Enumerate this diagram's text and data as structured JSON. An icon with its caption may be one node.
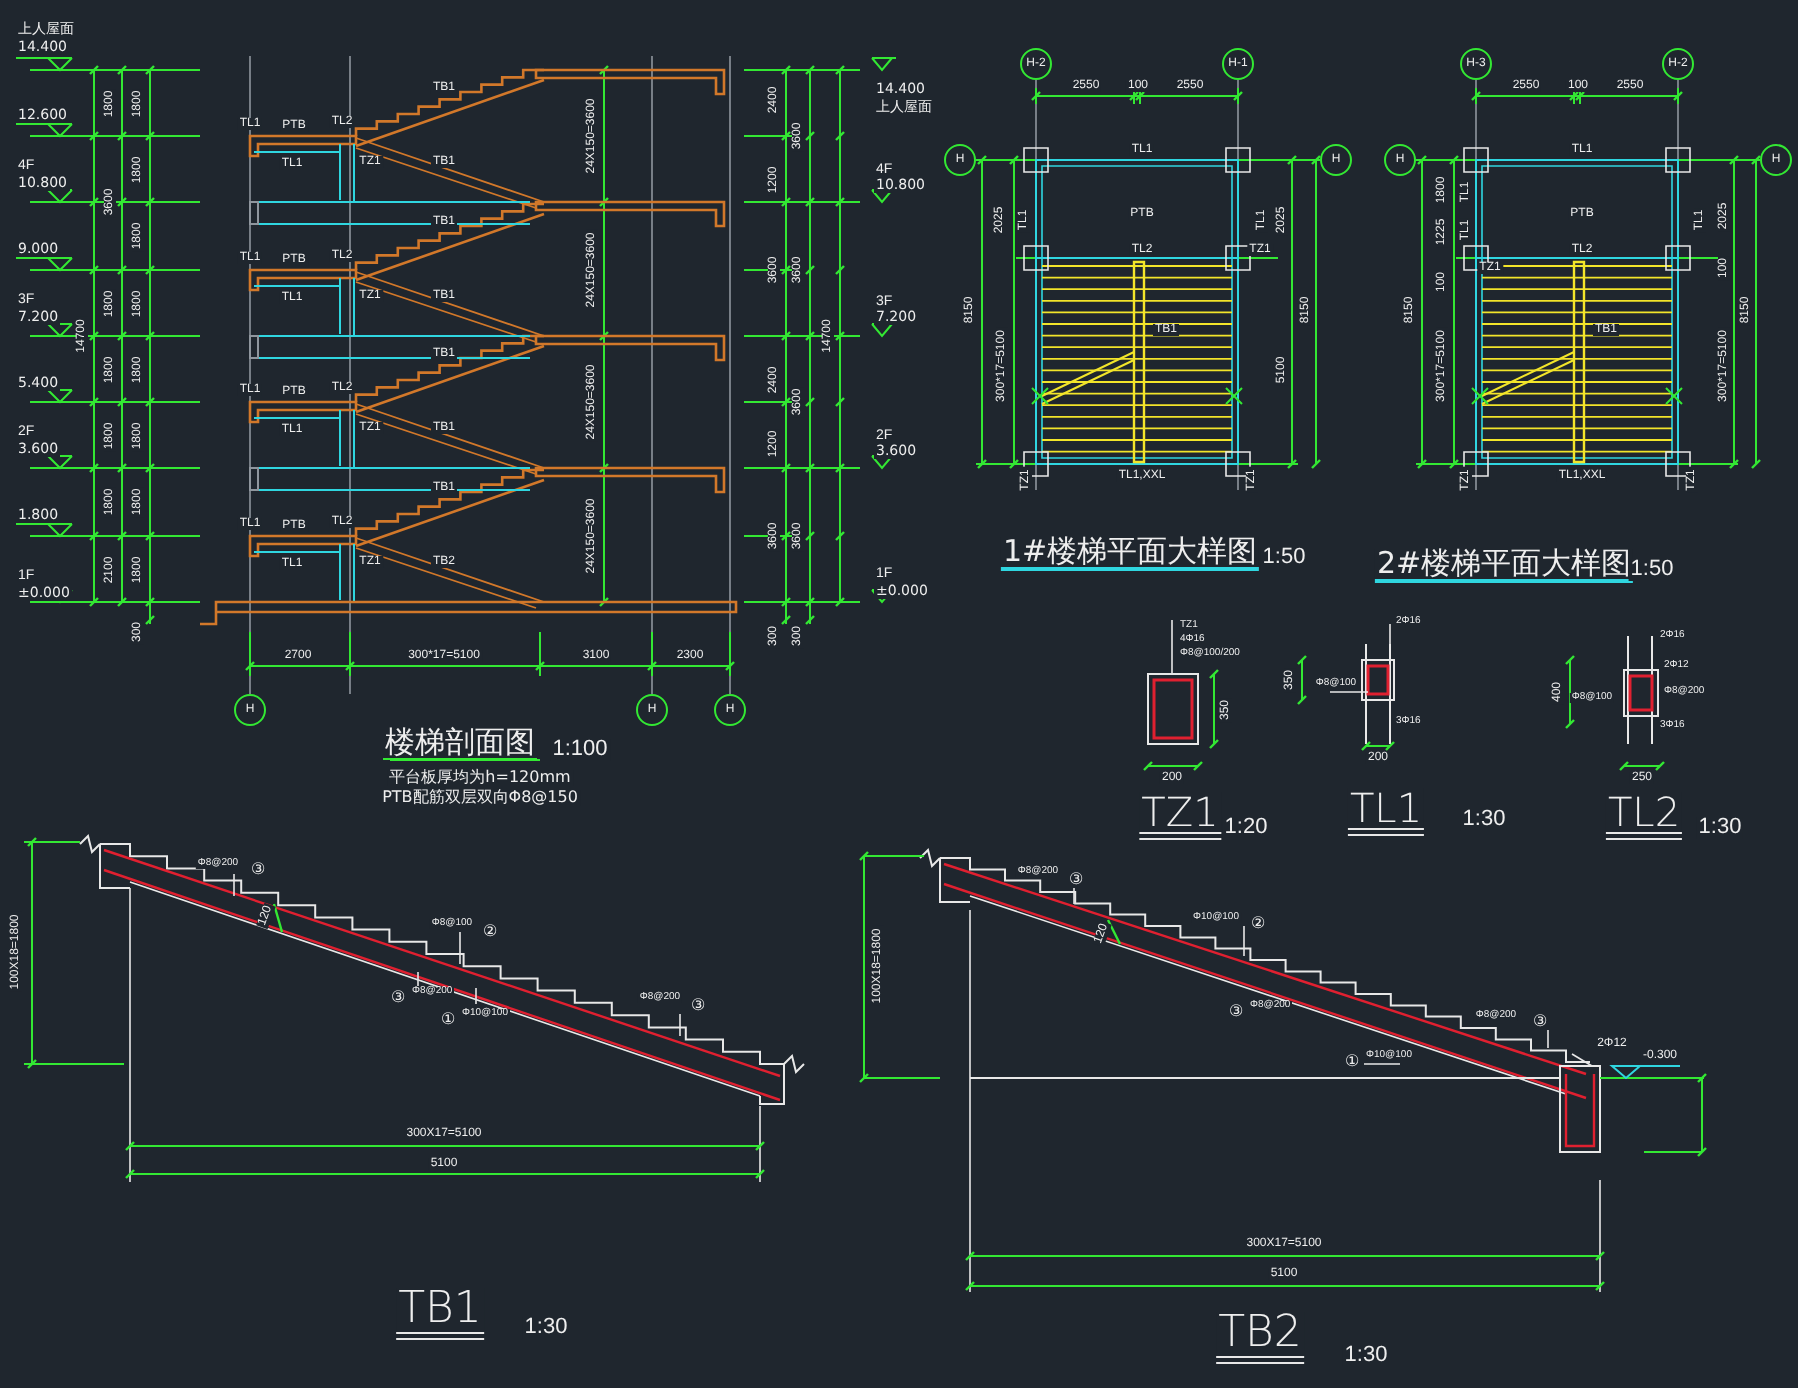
{
  "diagram": {
    "nodes": [
      {
        "text": [
          "H"
        ]
      },
      {
        "text": [
          "H"
        ]
      },
      {
        "text": [
          "H"
        ]
      },
      {
        "text": [
          "H-2"
        ]
      },
      {
        "text": [
          "H-1"
        ]
      },
      {
        "text": [
          "H"
        ]
      },
      {
        "text": [
          "H"
        ]
      },
      {
        "text": [
          "H-3"
        ]
      },
      {
        "text": [
          "H-2"
        ]
      },
      {
        "text": [
          "H"
        ]
      },
      {
        "text": [
          "H"
        ]
      }
    ],
    "labels": [
      "上人屋面",
      "14.400",
      "12.600",
      "4F",
      "10.800",
      "9.000",
      "3F",
      "7.200",
      "5.400",
      "2F",
      "3.600",
      "1.800",
      "1F",
      "±0.000",
      "1800",
      "3600",
      "1800",
      "1800",
      "1800",
      "1800",
      "2100",
      "14700",
      "1800",
      "1800",
      "1800",
      "1800",
      "1800",
      "1800",
      "1800",
      "1800",
      "300",
      "TL1",
      "PTB",
      "TL2",
      "TL1",
      "TZ1",
      "TB1",
      "TB1",
      "TL1",
      "PTB",
      "TL2",
      "TL1",
      "TZ1",
      "TB1",
      "TB1",
      "TL1",
      "PTB",
      "TL2",
      "TL1",
      "TZ1",
      "TB1",
      "TB1",
      "TL1",
      "PTB",
      "TL2",
      "TL1",
      "TZ1",
      "TB1",
      "TB2",
      "24X150=3600",
      "24X150=3600",
      "24X150=3600",
      "24X150=3600",
      "2400",
      "1200",
      "3600",
      "2400",
      "1200",
      "3600",
      "3600",
      "3600",
      "3600",
      "3600",
      "14700",
      "300",
      "300",
      "14.400",
      "上人屋面",
      "4F",
      "10.800",
      "3F",
      "7.200",
      "2F",
      "3.600",
      "1F",
      "±0.000",
      "2700",
      "300*17=5100",
      "3100",
      "2300",
      "楼梯剖面图",
      "1:100",
      "平台板厚均为h=120mm",
      "PTB配筋双层双向Φ8@150",
      "2550",
      "100",
      "2550",
      "TL1",
      "PTB",
      "TL1",
      "2025",
      "TL1",
      "2025",
      "TL2",
      "TZ1",
      "8150",
      "300*17=5100",
      "TB1",
      "8150",
      "5100",
      "TZ1",
      "TL1,XXL",
      "TZ1",
      "1#楼梯平面大样图",
      "1:50",
      "2550",
      "100",
      "2550",
      "TL1",
      "PTB",
      "1800",
      "TL1",
      "1225",
      "TL1",
      "TZ1",
      "100",
      "TL1",
      "2025",
      "TL2",
      "100",
      "8150",
      "300*17=5100",
      "TB1",
      "8150",
      "300*17=5100",
      "TZ1",
      "TL1,XXL",
      "TZ1",
      "2#楼梯平面大样图",
      "1:50",
      "TZ1",
      "4Φ16",
      "Φ8@100/200",
      "200",
      "350",
      "TZ1",
      "1:20",
      "2Φ16",
      "Φ8@100",
      "3Φ16",
      "350",
      "200",
      "TL1",
      "1:30",
      "2Φ16",
      "2Φ12",
      "Φ8@100",
      "Φ8@200",
      "3Φ16",
      "400",
      "250",
      "TL2",
      "1:30",
      "100X18=1800",
      "Φ8@200",
      "③",
      "120",
      "Φ8@100",
      "②",
      "③",
      "Φ8@200",
      "①",
      "Φ10@100",
      "Φ8@200",
      "③",
      "300X17=5100",
      "5100",
      "TB1",
      "1:30",
      "100X18=1800",
      "Φ8@200",
      "③",
      "120",
      "Φ10@100",
      "②",
      "③",
      "Φ8@200",
      "①",
      "Φ10@100",
      "Φ8@200",
      "③",
      "2Φ12",
      "-0.300",
      "300X17=5100",
      "5100",
      "TB2",
      "1:30"
    ]
  }
}
